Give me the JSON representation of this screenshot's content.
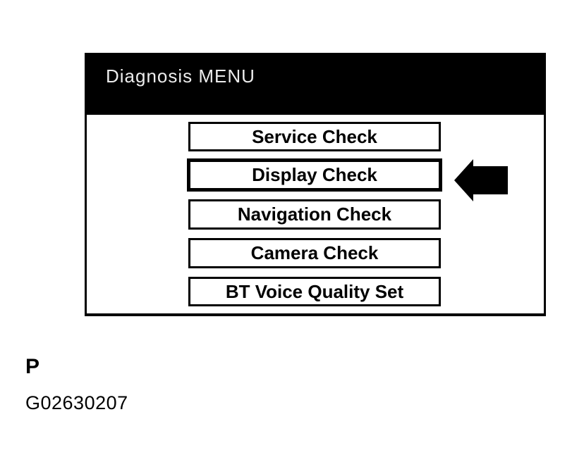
{
  "panel": {
    "title": "Diagnosis MENU",
    "buttons": [
      {
        "label": "Service Check",
        "selected": false
      },
      {
        "label": "Display Check",
        "selected": true
      },
      {
        "label": "Navigation Check",
        "selected": false
      },
      {
        "label": "Camera Check",
        "selected": false
      },
      {
        "label": "BT Voice Quality Set",
        "selected": false
      }
    ]
  },
  "annotations": {
    "arrow": "left-pointing solid arrow indicating Display Check"
  },
  "figure": {
    "label": "P",
    "id": "G02630207"
  },
  "colors": {
    "header_bg": "#000000",
    "header_text": "#ececec",
    "body_bg": "#ffffff",
    "border": "#000000",
    "arrow": "#000000"
  }
}
